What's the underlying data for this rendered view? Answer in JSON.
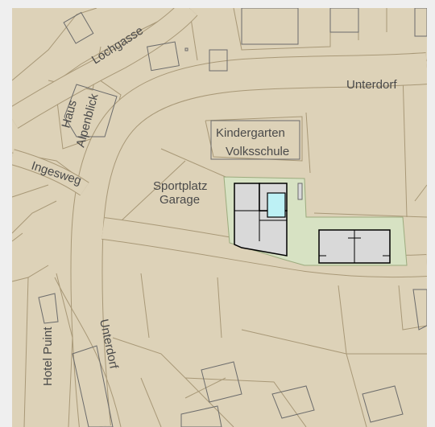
{
  "map": {
    "colors": {
      "frame": "#efefef",
      "parcel": "#ddd2b8",
      "road": "#ddd2b8",
      "parcel_line": "#a89877",
      "outline": "#6b6b6b",
      "green": "#d7e2c3",
      "green_edge": "#9cab7e",
      "building": "#d9d9d9",
      "highlight": "#bdf1f5",
      "label": "#4a4a4a"
    },
    "labels": {
      "lochgasse": "Lochgasse",
      "unterdorf_top": "Unterdorf",
      "haus": "Haus",
      "alpenblick": "Alpenblick",
      "kindergarten": "Kindergarten",
      "volksschule": "Volksschule",
      "ingesweg": "Ingesweg",
      "sportplatz": "Sportplatz",
      "garage": "Garage",
      "hotel_puint": "Hotel Puint",
      "unterdorf_vertical": "Unterdorf"
    }
  }
}
